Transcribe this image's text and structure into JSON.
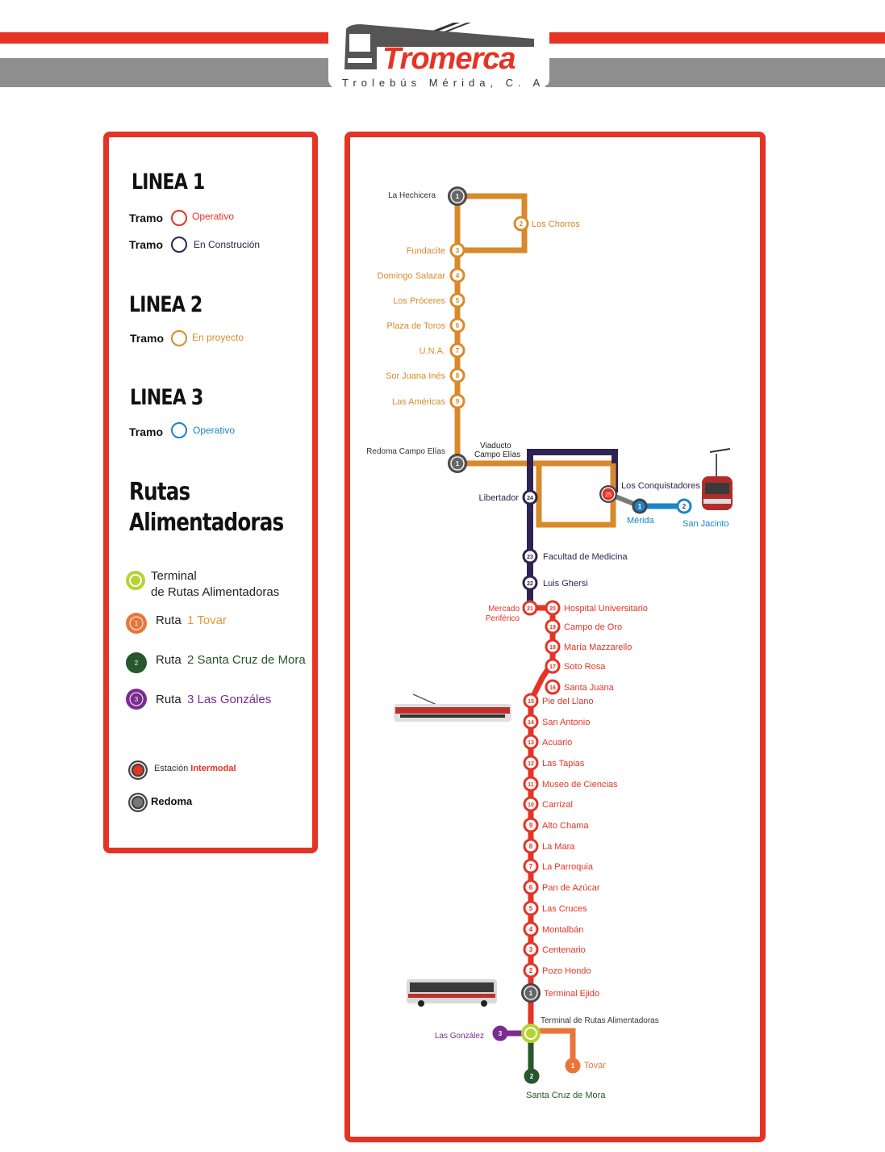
{
  "header": {
    "logo_name": "Tromerca",
    "logo_subtitle": "Trolebús Mérida, C. A."
  },
  "legend": {
    "linea1": {
      "title": "LINEA 1",
      "tramos": [
        {
          "label": "Tramo",
          "status": "Operativo",
          "color": "#e53325"
        },
        {
          "label": "Tramo",
          "status": "En Construción",
          "color": "#2e2352"
        }
      ]
    },
    "linea2": {
      "title": "LINEA 2",
      "tramos": [
        {
          "label": "Tramo",
          "status": "En proyecto",
          "color": "#d88a2b"
        }
      ]
    },
    "linea3": {
      "title": "LINEA 3",
      "tramos": [
        {
          "label": "Tramo",
          "status": "Operativo",
          "color": "#1a85c8"
        }
      ]
    },
    "rutas": {
      "title_line1": "Rutas",
      "title_line2": "Alimentadoras",
      "terminal_line1": "Terminal",
      "terminal_line2": "de Rutas Alimentadoras",
      "items": [
        {
          "num": "1",
          "label": "Ruta",
          "name": "1 Tovar",
          "color": "#e8763a"
        },
        {
          "num": "2",
          "label": "Ruta",
          "name": "2 Santa Cruz de Mora",
          "color": "#26572d"
        },
        {
          "num": "3",
          "label": "Ruta",
          "name": "3 Las Gonzáles",
          "color": "#7a2d8f"
        }
      ]
    },
    "intermodal_prefix": "Estación",
    "intermodal_word": "Intermodal",
    "redoma": "Redoma"
  },
  "map": {
    "colors": {
      "linea1": "#e53325",
      "construction": "#2e2352",
      "linea2": "#d88a2b",
      "linea3": "#1a85c8",
      "terminal": "#b5d334",
      "gray": "#6b6b6b"
    },
    "linea2_stations": [
      {
        "num": "1",
        "name": "La Hechicera"
      },
      {
        "num": "2",
        "name": "Los Chorros"
      },
      {
        "num": "3",
        "name": "Fundacite"
      },
      {
        "num": "4",
        "name": "Domingo Salazar"
      },
      {
        "num": "5",
        "name": "Los Próceres"
      },
      {
        "num": "6",
        "name": "Plaza de Toros"
      },
      {
        "num": "7",
        "name": "U.N.A."
      },
      {
        "num": "8",
        "name": "Sor Juana Inés"
      },
      {
        "num": "9",
        "name": "Las Américas"
      }
    ],
    "redoma_campo_elias": {
      "num": "1",
      "name": "Redoma Campo Elías"
    },
    "viaducto_line1": "Viaducto",
    "viaducto_line2": "Campo Elías",
    "los_conquistadores": {
      "num": "25",
      "name": "Los Conquistadores"
    },
    "linea3_stations": [
      {
        "num": "1",
        "name": "Mérida"
      },
      {
        "num": "2",
        "name": "San Jacinto"
      }
    ],
    "construction_stations": [
      {
        "num": "24",
        "name": "Libertador"
      },
      {
        "num": "23",
        "name": "Facultad de Medicina"
      },
      {
        "num": "22",
        "name": "Luis Ghersi"
      },
      {
        "num": "21",
        "name_line1": "Mercado",
        "name_line2": "Periférico"
      }
    ],
    "linea1_stations": [
      {
        "num": "20",
        "name": "Hospital Universitario"
      },
      {
        "num": "19",
        "name": "Campo de Oro"
      },
      {
        "num": "18",
        "name": "María Mazzarello"
      },
      {
        "num": "17",
        "name": "Soto Rosa"
      },
      {
        "num": "16",
        "name": "Santa Juana"
      },
      {
        "num": "15",
        "name": "Pie del Llano"
      },
      {
        "num": "14",
        "name": "San Antonio"
      },
      {
        "num": "13",
        "name": "Acuario"
      },
      {
        "num": "12",
        "name": "Las Tapias"
      },
      {
        "num": "11",
        "name": "Museo de Ciencias"
      },
      {
        "num": "10",
        "name": "Carrizal"
      },
      {
        "num": "9",
        "name": "Alto Chama"
      },
      {
        "num": "8",
        "name": "La Mara"
      },
      {
        "num": "7",
        "name": "La Parroquia"
      },
      {
        "num": "6",
        "name": "Pan de Azúcar"
      },
      {
        "num": "5",
        "name": "Las Cruces"
      },
      {
        "num": "4",
        "name": "Montalbán"
      },
      {
        "num": "3",
        "name": "Centenario"
      },
      {
        "num": "2",
        "name": "Pozo Hondo"
      },
      {
        "num": "1",
        "name": "Terminal Ejido"
      }
    ],
    "terminal_rutas": "Terminal de Rutas Alimentadoras",
    "feeder_stations": [
      {
        "num": "3",
        "name": "Las González"
      },
      {
        "num": "1",
        "name": "Tovar"
      },
      {
        "num": "2",
        "name": "Santa Cruz de Mora"
      }
    ]
  }
}
